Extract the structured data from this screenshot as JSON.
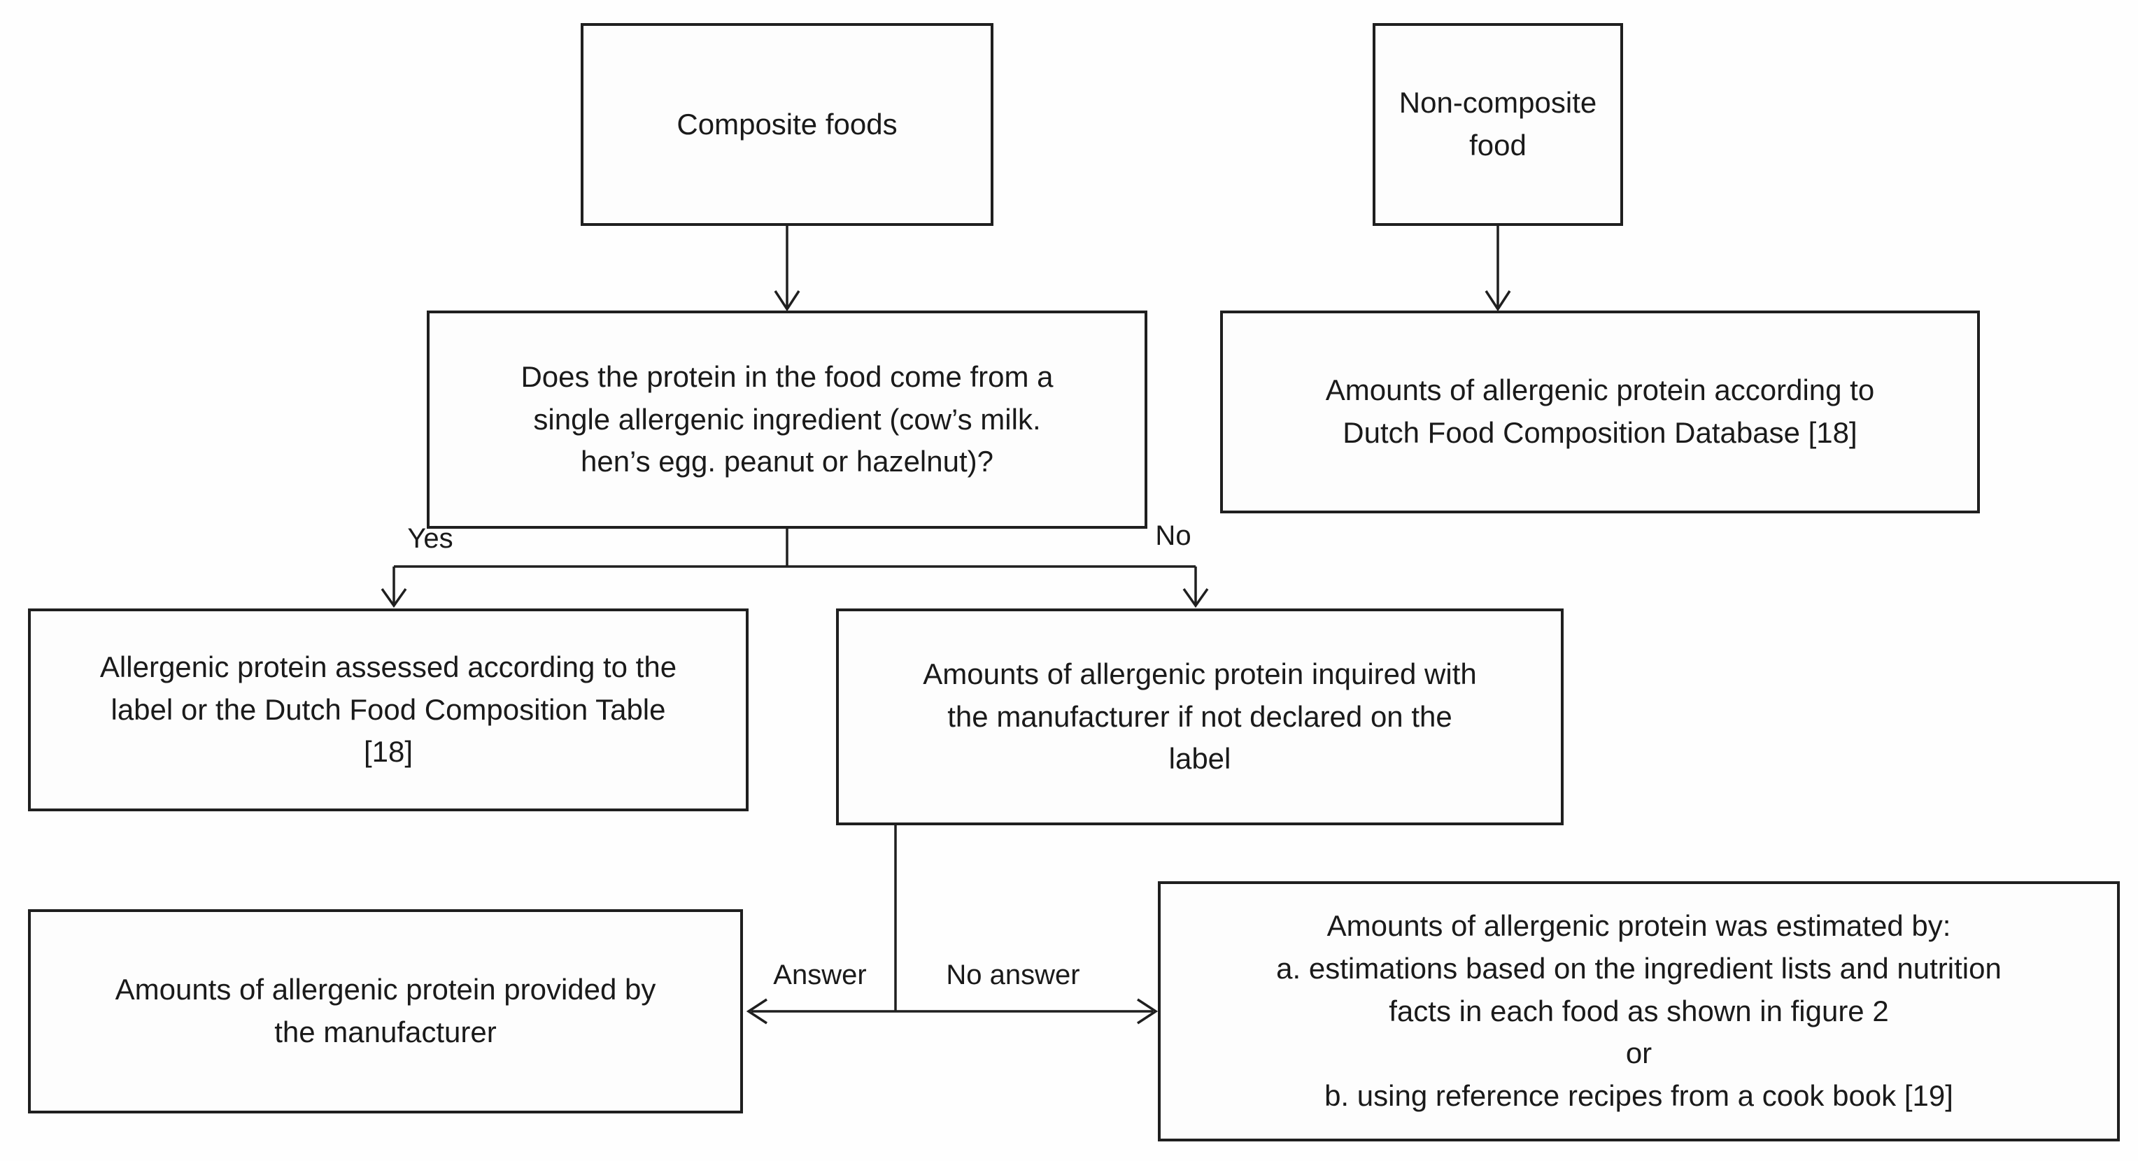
{
  "nodes": {
    "composite": {
      "text": "Composite foods"
    },
    "non_composite": {
      "text": "Non-composite food"
    },
    "question": {
      "text": "Does the protein in the food come from a\nsingle allergenic ingredient (cow’s milk.\nhen’s egg. peanut or hazelnut)?"
    },
    "database": {
      "text": "Amounts of allergenic protein according to\nDutch Food Composition Database [18]"
    },
    "assessed": {
      "text": "Allergenic protein assessed according to the\nlabel or the Dutch Food Composition Table\n[18]"
    },
    "inquired": {
      "text": "Amounts of allergenic protein inquired with\nthe manufacturer if not declared on the\nlabel"
    },
    "provided": {
      "text": "Amounts of allergenic protein provided by\nthe manufacturer"
    },
    "estimated": {
      "text": "Amounts of allergenic protein was estimated by:\na. estimations based on the ingredient lists and nutrition\nfacts in each food as shown in figure 2\nor\nb. using reference recipes from a cook book [19]"
    }
  },
  "edge_labels": {
    "yes": "Yes",
    "no": "No",
    "answer": "Answer",
    "no_answer": "No answer"
  },
  "colors": {
    "background": "#fefefe",
    "node_fill": "#fdfdfd",
    "line": "#1f1f1f",
    "text": "#1a1a1a"
  }
}
